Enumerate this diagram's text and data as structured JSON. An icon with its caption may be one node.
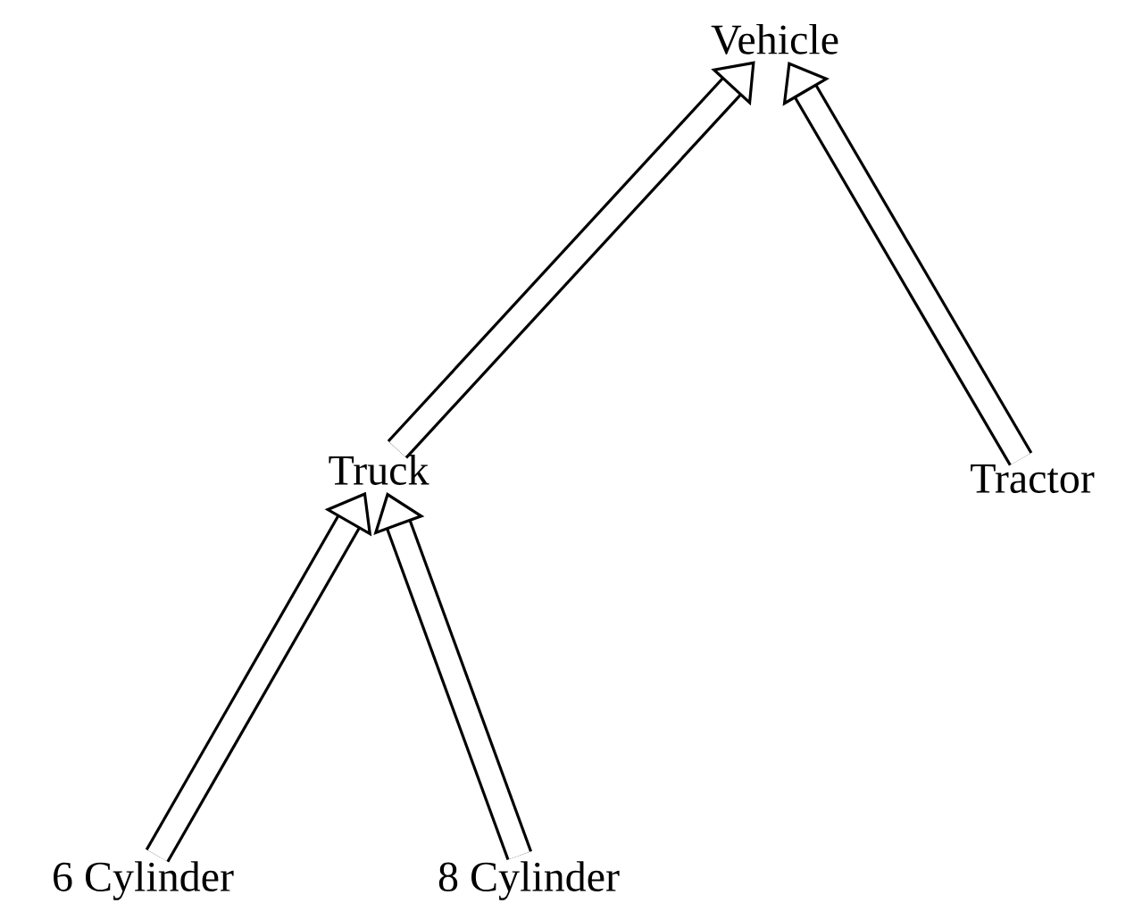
{
  "diagram": {
    "nodes": [
      {
        "text": [
          "Vehicle"
        ]
      },
      {
        "text": [
          "Truck"
        ]
      },
      {
        "text": [
          "Tractor"
        ]
      },
      {
        "text": [
          "6 Cylinder"
        ]
      },
      {
        "text": [
          "8 Cylinder"
        ]
      }
    ],
    "edges": [
      {
        "from": 1,
        "to": 0,
        "arrow": "to"
      },
      {
        "from": 2,
        "to": 0,
        "arrow": "to"
      },
      {
        "from": 3,
        "to": 1,
        "arrow": "to"
      },
      {
        "from": 4,
        "to": 1,
        "arrow": "to"
      }
    ]
  }
}
